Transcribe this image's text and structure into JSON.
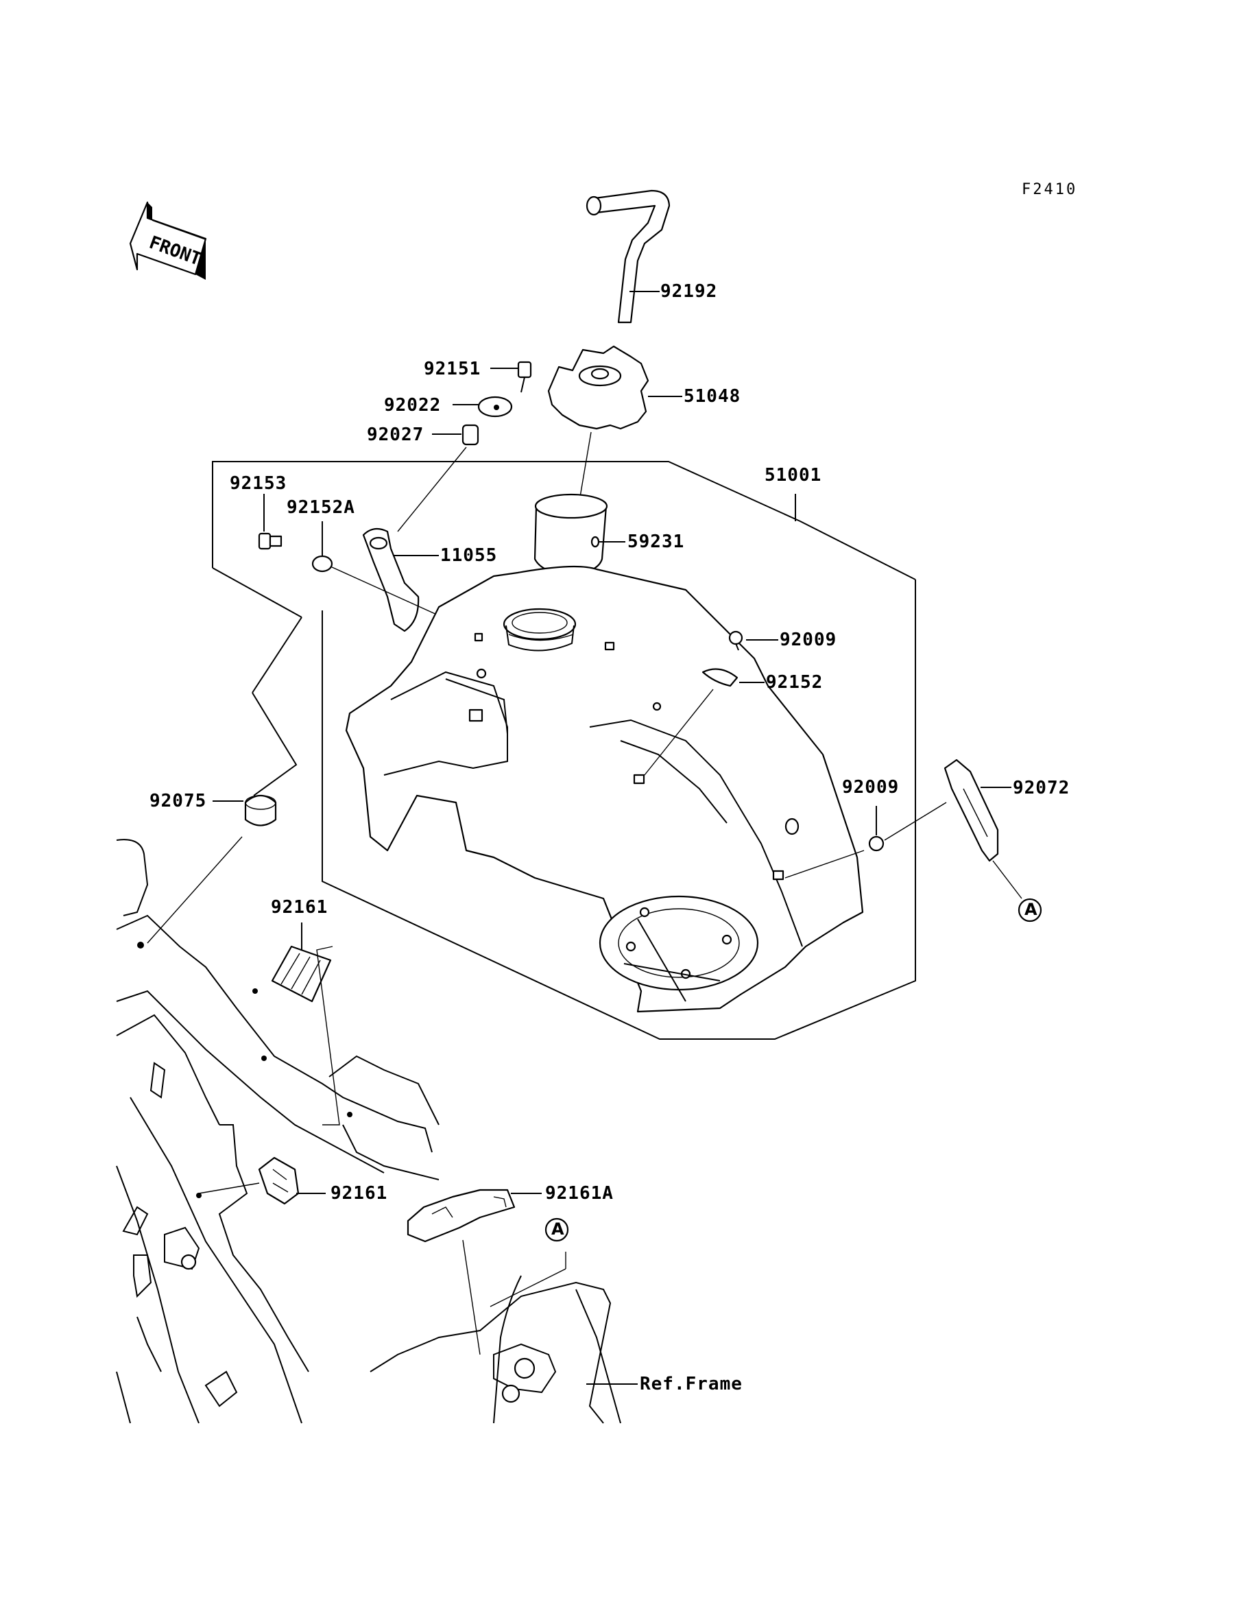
{
  "figure_code": "F2410",
  "front_indicator": "FRONT",
  "reference_label": "Ref.Frame",
  "connection_marker": "A",
  "parts": [
    {
      "id": "hose",
      "number": "92192",
      "description": "hose"
    },
    {
      "id": "bolt-top",
      "number": "92151"
    },
    {
      "id": "washer",
      "number": "92022"
    },
    {
      "id": "collar",
      "number": "92027"
    },
    {
      "id": "fuel-cap",
      "number": "51048"
    },
    {
      "id": "fuel-tank",
      "number": "51001"
    },
    {
      "id": "bolt-left",
      "number": "92153"
    },
    {
      "id": "collar-left",
      "number": "92152A"
    },
    {
      "id": "bracket",
      "number": "11055"
    },
    {
      "id": "filler-neck",
      "number": "59231"
    },
    {
      "id": "screw-upper",
      "number": "92009"
    },
    {
      "id": "collar-right",
      "number": "92152"
    },
    {
      "id": "screw-lower",
      "number": "92009"
    },
    {
      "id": "strap",
      "number": "92072"
    },
    {
      "id": "damper",
      "number": "92075"
    },
    {
      "id": "pad-upper",
      "number": "92161"
    },
    {
      "id": "pad-lower",
      "number": "92161"
    },
    {
      "id": "pad-rear",
      "number": "92161A"
    }
  ]
}
